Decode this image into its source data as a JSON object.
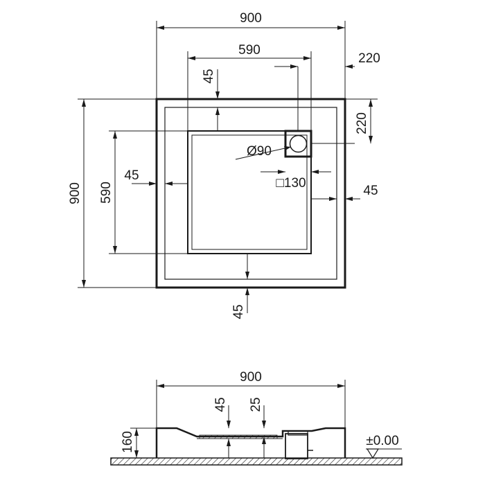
{
  "plan_view": {
    "overall_width": "900",
    "inner_width": "590",
    "rim_top": "45",
    "drain_offset": "220",
    "drain_offset_side": "220",
    "drain_diameter": "Ø90",
    "drain_box": "□130",
    "overall_height": "900",
    "inner_height": "590",
    "rim_left": "45",
    "rim_right": "45",
    "rim_bottom": "45"
  },
  "section_view": {
    "overall_width": "900",
    "depth_45": "45",
    "depth_25": "25",
    "height": "160",
    "floor_level": "±0.00"
  }
}
